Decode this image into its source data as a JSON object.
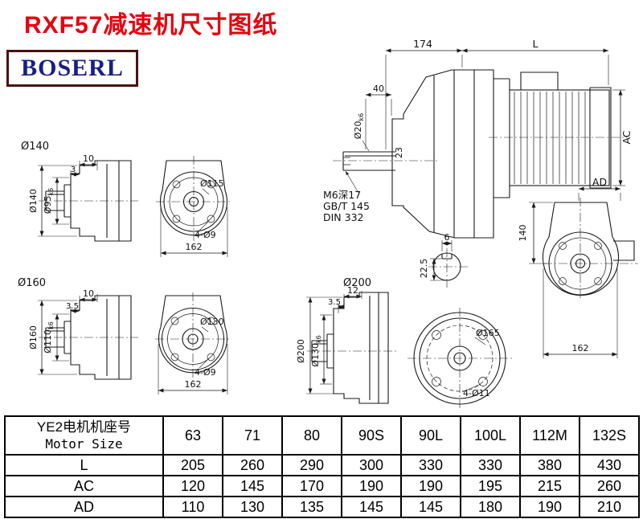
{
  "title": "RXF57减速机尺寸图纸",
  "logo": "BOSERL",
  "drawings": {
    "g140": {
      "label": "Ø140",
      "dim_top": "10",
      "dim_step": "3",
      "outer": "Ø140",
      "bore_d": "Ø95",
      "bore_fit": "k6",
      "flange": "Ø115",
      "holes": "4-Ø9",
      "width": "162"
    },
    "g160": {
      "label": "Ø160",
      "dim_top": "10",
      "dim_step": "3.5",
      "outer": "Ø160",
      "bore_d": "Ø110",
      "bore_fit": "k6",
      "flange": "Ø130",
      "holes": "4-Ø9",
      "width": "162"
    },
    "g200": {
      "label": "Ø200",
      "dim_top": "12",
      "dim_step": "3.5",
      "outer": "Ø200",
      "bore_d": "Ø130",
      "bore_fit": "k6",
      "flange": "Ø165",
      "holes": "4-Ø11"
    },
    "main": {
      "dim_174": "174",
      "dim_L": "L",
      "dim_40": "40",
      "shaft_d": "Ø20",
      "shaft_fit": "k6",
      "dim_23": "23",
      "note_tap": "M6深17",
      "note_gb": "GB/T 145",
      "note_din": "DIN 332",
      "dim_AC": "AC",
      "dim_AD": "AD",
      "key_w": "6",
      "key_h": "22.5",
      "front_h": "140",
      "front_w": "162"
    }
  },
  "table": {
    "header_line1": "YE2电机机座号",
    "header_line2": "Motor Size",
    "sizes": [
      "63",
      "71",
      "80",
      "90S",
      "90L",
      "100L",
      "112M",
      "132S"
    ],
    "rows": [
      {
        "label": "L",
        "values": [
          "205",
          "260",
          "290",
          "300",
          "330",
          "330",
          "380",
          "430"
        ]
      },
      {
        "label": "AC",
        "values": [
          "120",
          "145",
          "170",
          "190",
          "190",
          "195",
          "215",
          "260"
        ]
      },
      {
        "label": "AD",
        "values": [
          "110",
          "130",
          "135",
          "145",
          "145",
          "180",
          "190",
          "210"
        ]
      }
    ]
  }
}
